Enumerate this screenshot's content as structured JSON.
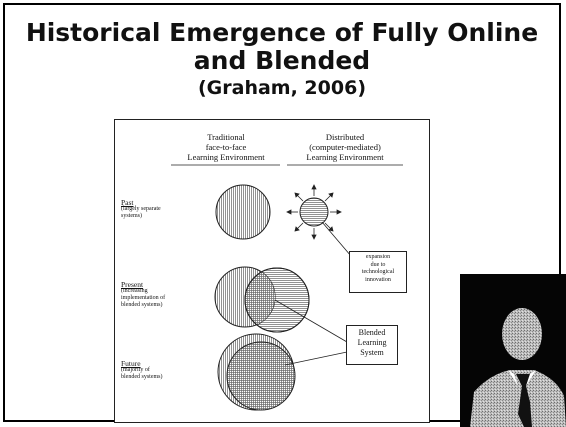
{
  "slide": {
    "title_line1": "Historical Emergence of Fully Online",
    "title_line2": "and Blended",
    "subtitle": "(Graham, 2006)"
  },
  "figure": {
    "columns": [
      {
        "line1": "Traditional",
        "line2": "face-to-face",
        "line3": "Learning Environment"
      },
      {
        "line1": "Distributed",
        "line2": "(computer-mediated)",
        "line3": "Learning Environment"
      }
    ],
    "rows": [
      {
        "label": "Past",
        "note_line1": "(largely separate",
        "note_line2": "systems)",
        "note_line3": ""
      },
      {
        "label": "Present",
        "note_line1": "(increasing",
        "note_line2": "implementation of",
        "note_line3": "blended systems)"
      },
      {
        "label": "Future",
        "note_line1": "(majority of",
        "note_line2": "blended systems)",
        "note_line3": ""
      }
    ],
    "callout_expansion": {
      "line1": "expansion",
      "line2": "due to",
      "line3": "technological",
      "line4": "innovation"
    },
    "callout_blended": {
      "line1": "Blended",
      "line2": "Learning",
      "line3": "System"
    }
  },
  "presenter_photo": {
    "icon": "presenter-video-thumbnail"
  }
}
